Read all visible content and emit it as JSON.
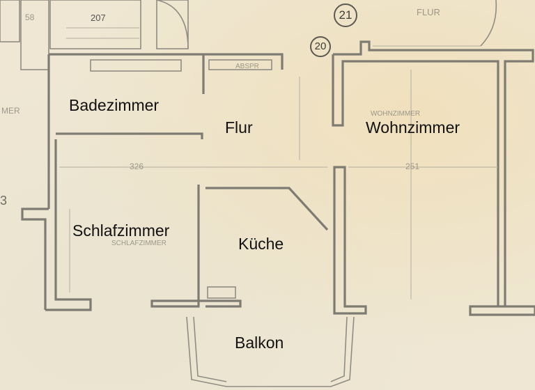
{
  "rooms": {
    "badezimmer": "Badezimmer",
    "flur": "Flur",
    "wohnzimmer": "Wohnzimmer",
    "schlafzimmer": "Schlafzimmer",
    "kueche": "Küche",
    "balkon": "Balkon"
  },
  "faded_text": {
    "room_no": "207",
    "unit_58": "58",
    "mer": "MER",
    "dim_326": "326",
    "dim_251": "251",
    "flur_top": "FLUR",
    "abspr": "ABSPR",
    "wohnzimmer_small": "WOHNZIMMER",
    "schlafzimmer_small": "SCHLAFZIMMER",
    "left_3": "3"
  },
  "markers": {
    "m21": "21",
    "m20": "20"
  }
}
